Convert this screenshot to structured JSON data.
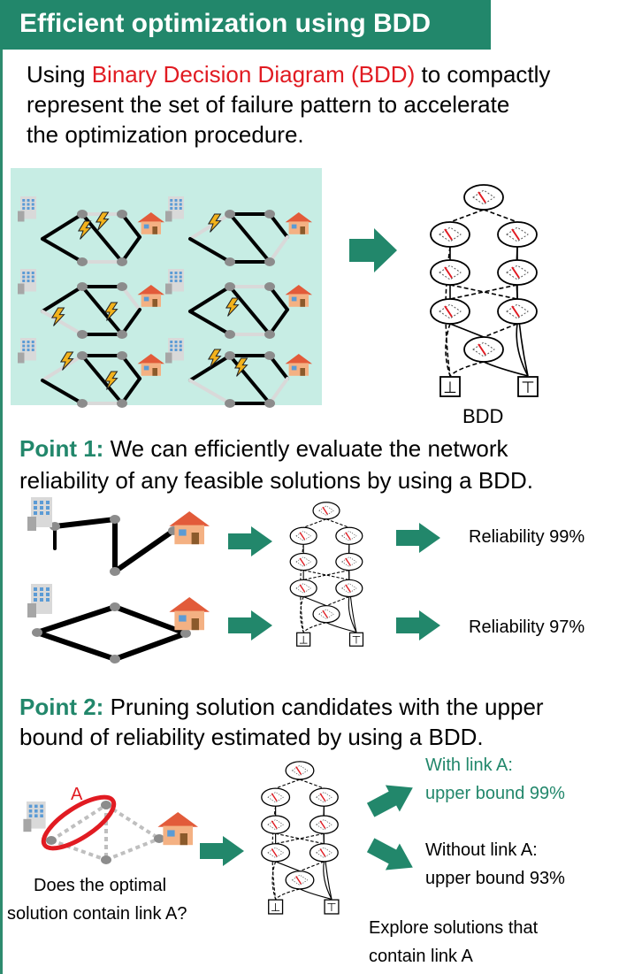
{
  "header": {
    "title": "Efficient optimization using BDD"
  },
  "intro": {
    "line1_prefix": "Using ",
    "line1_highlight": "Binary Decision Diagram (BDD)",
    "line1_suffix": " to compactly",
    "line2": "represent the set of failure pattern to accelerate",
    "line3": "the optimization procedure."
  },
  "bdd": {
    "caption": "BDD",
    "false_terminal": "⊥",
    "true_terminal": "⊤"
  },
  "point1": {
    "label": "Point 1:",
    "line1": " We can efficiently evaluate the network",
    "line2": "reliability of any feasible solutions by using a BDD.",
    "result1": "Reliability 99%",
    "result2": "Reliability 97%"
  },
  "point2": {
    "label": "Point 2:",
    "line1": " Pruning solution candidates with the upper",
    "line2": "bound of reliability estimated by using a BDD.",
    "link_label": "A",
    "question_line1": "Does the optimal",
    "question_line2": "solution contain link A?",
    "with_line1": "With link A:",
    "with_line2": "upper bound 99%",
    "without_line1": "Without link A:",
    "without_line2": "upper bound 93%",
    "explore_line1": "Explore solutions that",
    "explore_line2": "contain link A"
  },
  "colors": {
    "accent": "#22876b",
    "highlight": "#e11b22",
    "panel": "#c7ede4",
    "lightning": "#f2b21c"
  },
  "icons": [
    "building-icon",
    "house-icon",
    "lightning-icon",
    "arrow-right-icon"
  ]
}
